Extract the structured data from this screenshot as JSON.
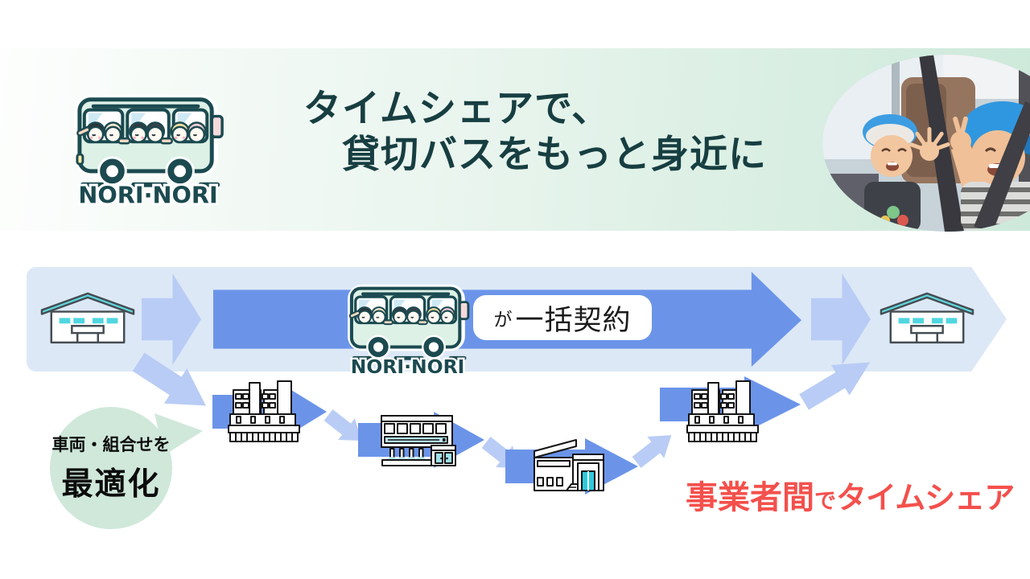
{
  "slide": {
    "headline": {
      "line1": "タイムシェアで、",
      "line2": "貸切バスをもっと身近に"
    },
    "brand": {
      "name": "NORI·NORI"
    },
    "flow": {
      "contract": {
        "particle": "が",
        "label": "一括契約"
      },
      "optimize": {
        "line1": "車両・組合せを",
        "line2": "最適化"
      },
      "timeshare": {
        "lead": "事業者間",
        "particle": "で",
        "emphasis": "タイムシェア"
      }
    },
    "icons": {
      "logo": "bus-logo-icon",
      "depot": "warehouse-icon",
      "operators": [
        "factory-building-icon",
        "shop-building-icon",
        "office-building-icon",
        "factory-building-icon"
      ],
      "photo": "children-in-bus-photo"
    },
    "colors": {
      "headline_text": "#173e41",
      "brand_text": "#1b4a50",
      "banner_gradient_start": "#fdfefd",
      "banner_gradient_end": "#cde9da",
      "flow_band": "#dce8f6",
      "arrow_primary": "#6b94e9",
      "arrow_light": "#b9ccf5",
      "bubble_green": "#cfe8da",
      "accent_teal": "#4fd6e0",
      "timeshare_red": "#f4504c",
      "bus_mint": "#ddf1e7"
    }
  }
}
